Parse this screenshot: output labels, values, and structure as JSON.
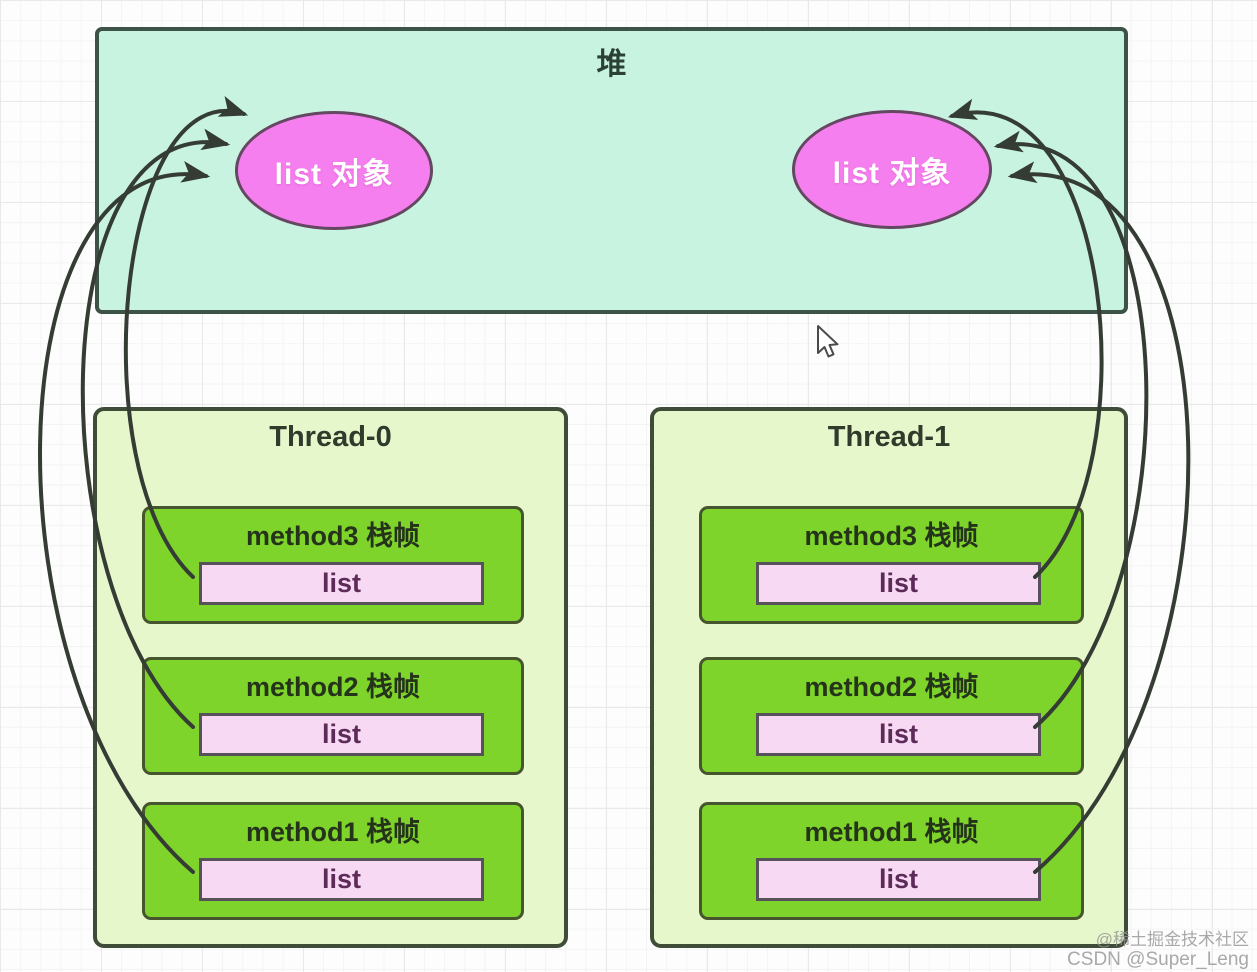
{
  "diagram": {
    "heap": {
      "label": "堆",
      "objects": [
        {
          "id": "heap-object-left",
          "label": "list 对象"
        },
        {
          "id": "heap-object-right",
          "label": "list 对象"
        }
      ]
    },
    "threads": [
      {
        "title": "Thread-0",
        "frames": [
          {
            "title": "method3 栈帧",
            "variable": "list"
          },
          {
            "title": "method2 栈帧",
            "variable": "list"
          },
          {
            "title": "method1 栈帧",
            "variable": "list"
          }
        ]
      },
      {
        "title": "Thread-1",
        "frames": [
          {
            "title": "method3 栈帧",
            "variable": "list"
          },
          {
            "title": "method2 栈帧",
            "variable": "list"
          },
          {
            "title": "method1 栈帧",
            "variable": "list"
          }
        ]
      }
    ],
    "edges": [
      {
        "from": "thread0.method3.list",
        "to": "heap-object-left"
      },
      {
        "from": "thread0.method2.list",
        "to": "heap-object-left"
      },
      {
        "from": "thread0.method1.list",
        "to": "heap-object-left"
      },
      {
        "from": "thread1.method3.list",
        "to": "heap-object-right"
      },
      {
        "from": "thread1.method2.list",
        "to": "heap-object-right"
      },
      {
        "from": "thread1.method1.list",
        "to": "heap-object-right"
      }
    ],
    "colors": {
      "heap_fill": "#c9f3e1",
      "heap_object_fill": "#f57fee",
      "thread_fill": "#e7f7cc",
      "frame_fill": "#7ed42b",
      "variable_fill": "#f8d9f4",
      "arrow": "#343c34"
    },
    "watermark": {
      "line1": "@稀土掘金技术社区",
      "line2": "CSDN @Super_Leng"
    }
  }
}
